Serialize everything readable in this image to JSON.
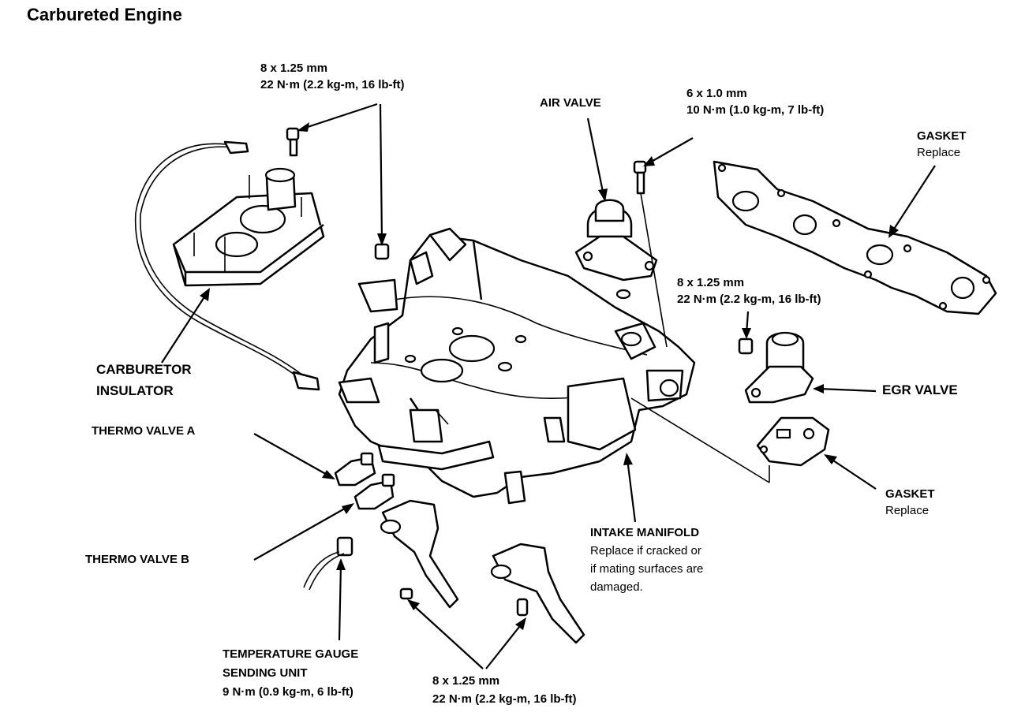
{
  "title": "Carbureted Engine",
  "labels": {
    "spec_top": {
      "size": "8 x 1.25 mm",
      "torque": "22 N·m (2.2 kg-m, 16 lb-ft)"
    },
    "air_valve": "AIR  VALVE",
    "spec_air": {
      "size": "6 x 1.0 mm",
      "torque": "10 N·m (1.0 kg-m, 7 lb-ft)"
    },
    "gasket_top": {
      "name": "GASKET",
      "note": "Replace"
    },
    "spec_egr": {
      "size": "8 x 1.25 mm",
      "torque": "22 N·m (2.2 kg-m, 16 lb-ft)"
    },
    "egr_valve": "EGR VALVE",
    "gasket_bottom": {
      "name": "GASKET",
      "note": "Replace"
    },
    "carb_insulator": {
      "line1": "CARBURETOR",
      "line2": "INSULATOR"
    },
    "thermo_a": "THERMO VALVE A",
    "thermo_b": "THERMO VALVE B",
    "intake_manifold": {
      "name": "INTAKE MANIFOLD",
      "note1": "Replace if cracked or",
      "note2": "if mating surfaces are",
      "note3": "damaged."
    },
    "temp_gauge": {
      "line1": "TEMPERATURE GAUGE",
      "line2": "SENDING UNIT",
      "torque": "9 N·m (0.9 kg-m, 6 lb-ft)"
    },
    "spec_bottom": {
      "size": "8 x 1.25 mm",
      "torque": "22 N·m (2.2 kg-m, 16 lb-ft)"
    }
  }
}
